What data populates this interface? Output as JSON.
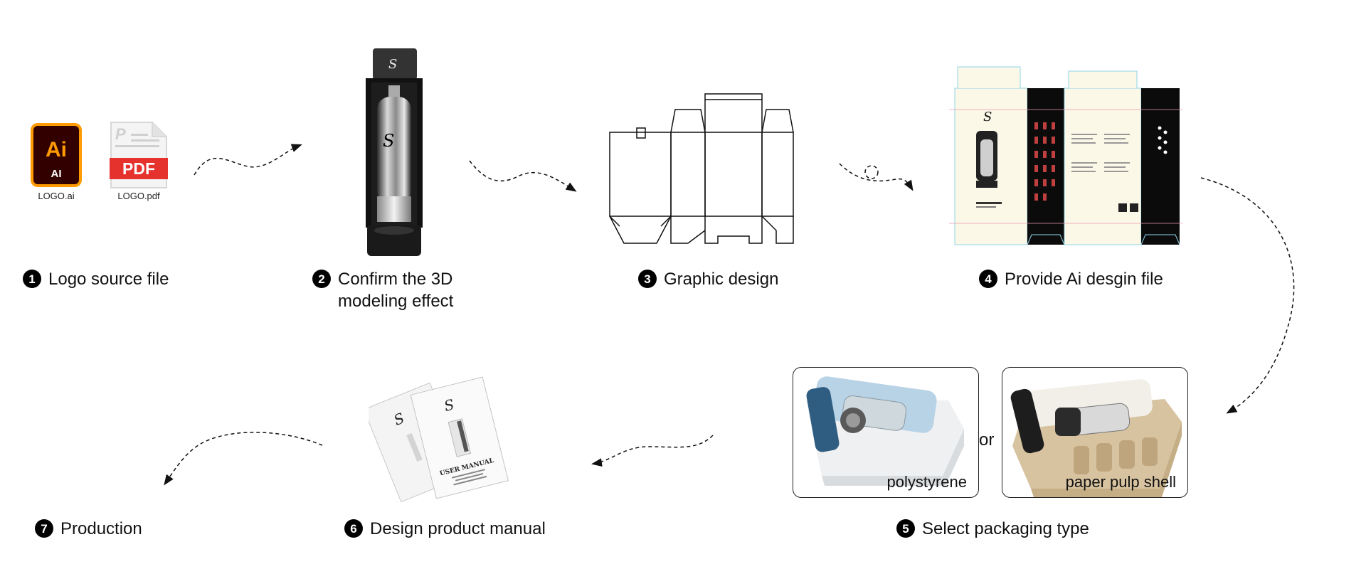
{
  "files": {
    "ai_caption": "LOGO.ai",
    "pdf_caption": "LOGO.pdf",
    "ai_icon_text": "Ai",
    "ai_icon_sub": "AI",
    "pdf_icon_text": "PDF"
  },
  "steps": [
    {
      "number": "1",
      "lines": [
        "Logo source file"
      ]
    },
    {
      "number": "2",
      "lines": [
        "Confirm the 3D",
        "modeling effect"
      ]
    },
    {
      "number": "3",
      "lines": [
        "Graphic design"
      ]
    },
    {
      "number": "4",
      "lines": [
        "Provide Ai desgin file"
      ]
    },
    {
      "number": "5",
      "lines": [
        "Select packaging type"
      ]
    },
    {
      "number": "6",
      "lines": [
        "Design product manual"
      ]
    },
    {
      "number": "7",
      "lines": [
        "Production"
      ]
    }
  ],
  "packaging": {
    "option_a": "polystyrene",
    "or_word": "or",
    "option_b": "paper pulp shell"
  },
  "manual": {
    "title": "USER MANUAL"
  },
  "colors": {
    "ai_bg": "#330000",
    "ai_accent": "#FF9A00",
    "pdf_red": "#E5322D",
    "ink": "#111111",
    "box_cream": "#FBF8E8"
  }
}
